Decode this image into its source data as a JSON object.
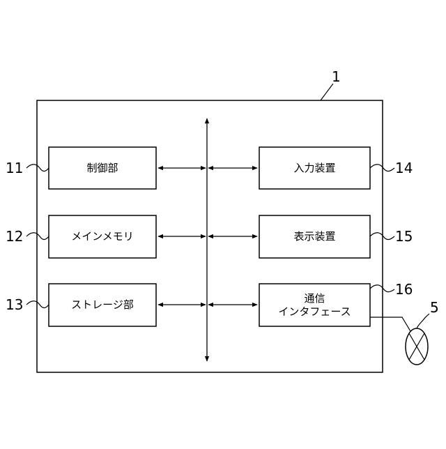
{
  "diagram": {
    "system_ref": "1",
    "external_ref": "5",
    "blocks": {
      "control": {
        "label": "制御部",
        "ref": "11"
      },
      "main_memory": {
        "label": "メインメモリ",
        "ref": "12"
      },
      "storage": {
        "label": "ストレージ部",
        "ref": "13"
      },
      "input_device": {
        "label": "入力装置",
        "ref": "14"
      },
      "display_device": {
        "label": "表示装置",
        "ref": "15"
      },
      "comm_interface": {
        "label_line1": "通信",
        "label_line2": "インタフェース",
        "ref": "16"
      }
    }
  },
  "colors": {
    "stroke": "#000000",
    "fill": "#ffffff"
  }
}
